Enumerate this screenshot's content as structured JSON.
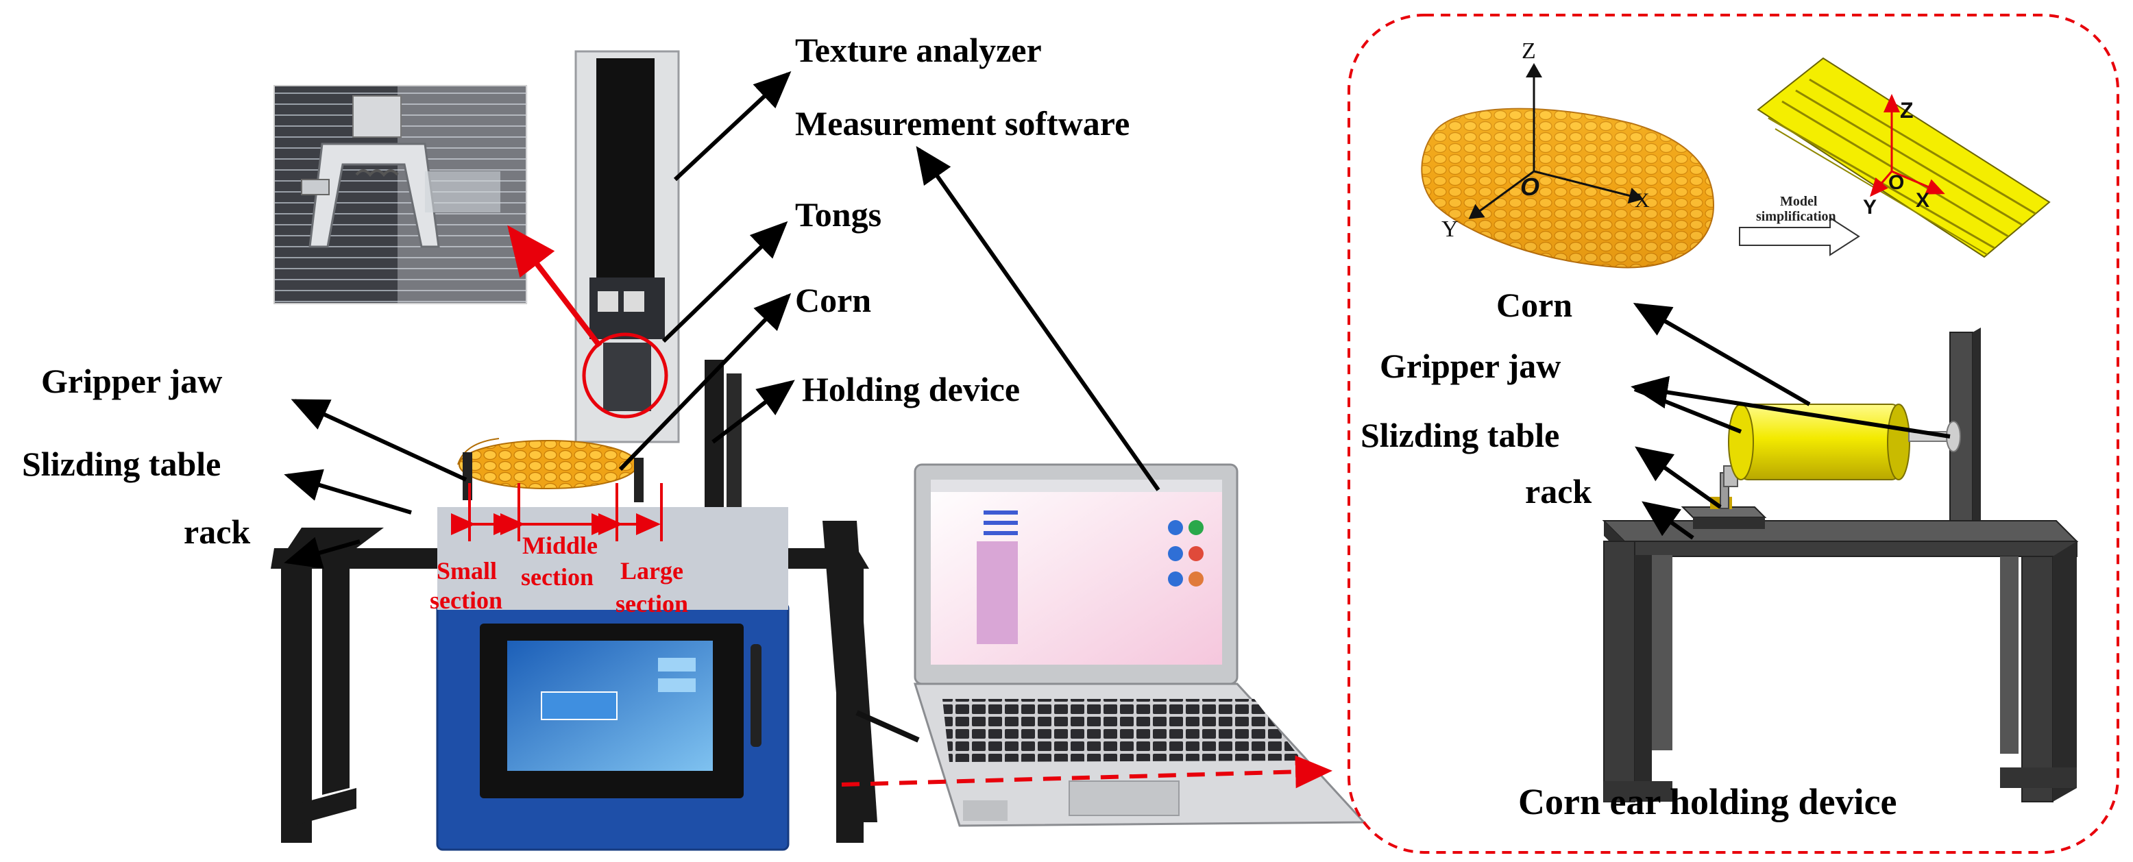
{
  "figure": {
    "left_labels": {
      "texture_analyzer": "Texture analyzer",
      "measurement_software": "Measurement software",
      "tongs": "Tongs",
      "corn": "Corn",
      "holding_device": "Holding device",
      "gripper_jaw": "Gripper jaw",
      "sliding_table": "Slizding table",
      "rack": "rack"
    },
    "sections": {
      "small_line1": "Small",
      "small_line2": "section",
      "middle_line1": "Middle",
      "middle_line2": "section",
      "large_line1": "Large",
      "large_line2": "section"
    },
    "right_panel": {
      "corn": "Corn",
      "gripper_jaw": "Gripper jaw",
      "sliding_table": "Slizding table",
      "rack": "rack",
      "title": "Corn ear holding device",
      "model_line1": "Model",
      "model_line2": "simplification"
    },
    "axes_left": {
      "z": "Z",
      "y": "Y",
      "x": "X",
      "o": "O"
    },
    "axes_right": {
      "z": "Z",
      "y": "Y",
      "x": "X",
      "o": "O"
    },
    "colors": {
      "annotation_red": "#e8000b",
      "corn_yellow": "#f2b320",
      "model_yellow": "#f4ee00",
      "frame_gray": "#3a3a3a",
      "analyzer_blue": "#1e4fa8"
    }
  }
}
